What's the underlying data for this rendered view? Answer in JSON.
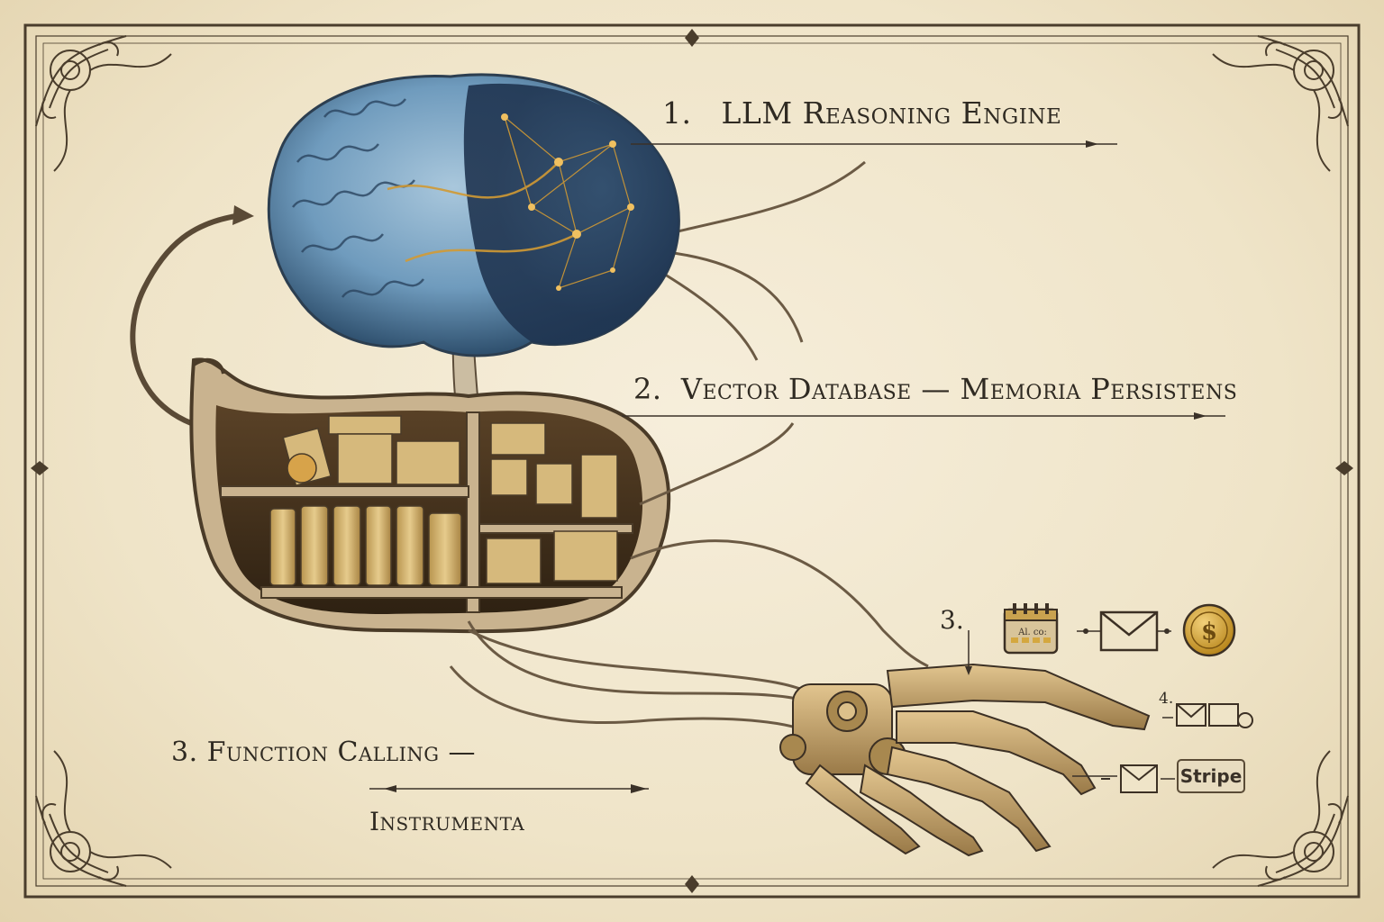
{
  "labels": {
    "l1_num": "1.",
    "l1_text": "LLM Reasoning Engine",
    "l2_num": "2.",
    "l2_text": "Vector Database — Memoria Persistens",
    "l3_num": "3.",
    "l3_text": "Function Calling —",
    "l3_sub": "Instrumenta"
  },
  "tools": {
    "step3": "3.",
    "step4": "4.",
    "calendar_text": "Al. co:",
    "stripe": "Stripe",
    "icons": [
      "calendar-icon",
      "envelope-icon",
      "coin-icon",
      "envelope-icon",
      "stripe-logo"
    ]
  },
  "colors": {
    "paper": "#efe4c8",
    "ink": "#2f2a22",
    "brain": "#6f9bbd",
    "gold": "#d19a34",
    "brass": "#c8a56a"
  }
}
